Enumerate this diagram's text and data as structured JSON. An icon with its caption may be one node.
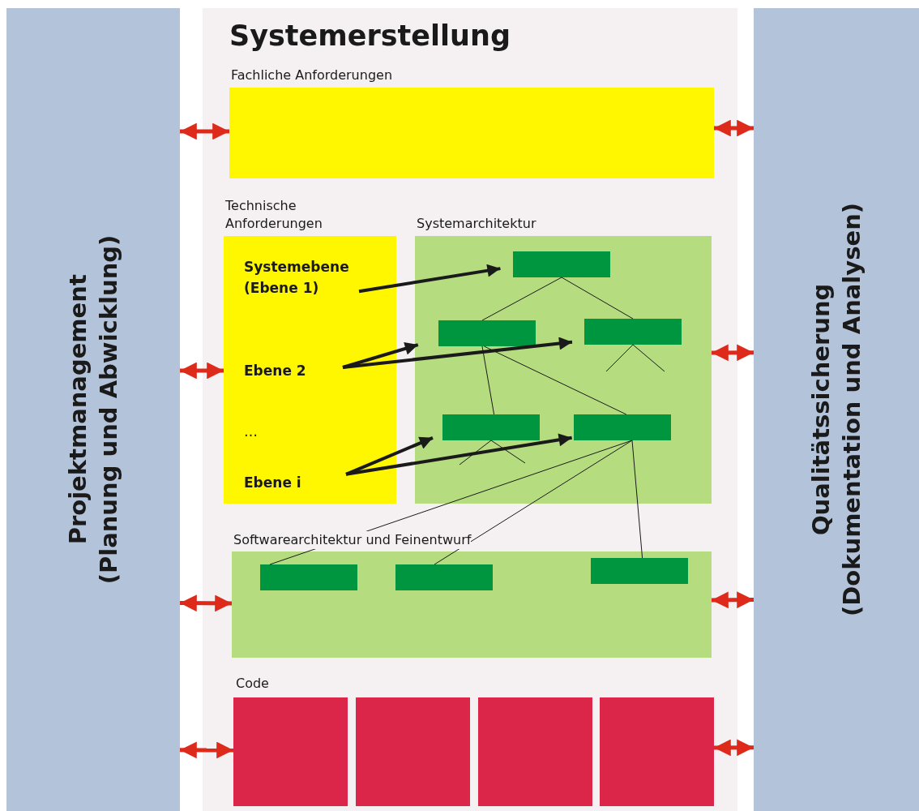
{
  "diagram": {
    "nodes": [
      {
        "text": [
          "Projektmanagement",
          "(Planung und Abwicklung)"
        ]
      },
      {
        "text": [
          "Systemerstellung"
        ]
      },
      {
        "text": [
          "Qualitätssicherung",
          "(Dokumentation und Analysen)"
        ]
      },
      {
        "text": [
          "Fachliche Anforderungen"
        ],
        "in": 1
      },
      {
        "text": [
          "Technische Anforderungen"
        ],
        "in": 1
      },
      {
        "text": [
          "Systemebene (Ebene 1)"
        ],
        "in": 4
      },
      {
        "text": [
          "Ebene 2"
        ],
        "in": 4
      },
      {
        "text": [
          "Ebene i"
        ],
        "in": 4
      },
      {
        "text": [
          "Systemarchitektur"
        ],
        "in": 1
      },
      {
        "text": [],
        "shape": "box",
        "in": 8
      },
      {
        "text": [],
        "shape": "box",
        "in": 8
      },
      {
        "text": [],
        "shape": "box",
        "in": 8
      },
      {
        "text": [],
        "shape": "box",
        "in": 8
      },
      {
        "text": [],
        "shape": "box",
        "in": 8
      },
      {
        "text": [
          "Softwarearchitektur und Feinentwurf"
        ],
        "in": 1
      },
      {
        "text": [],
        "shape": "box",
        "in": 14
      },
      {
        "text": [],
        "shape": "box",
        "in": 14
      },
      {
        "text": [],
        "shape": "box",
        "in": 14
      },
      {
        "text": [],
        "shape": "box",
        "in": 1
      },
      {
        "text": [],
        "shape": "box",
        "in": 1
      },
      {
        "text": [],
        "shape": "box",
        "in": 1
      },
      {
        "text": [],
        "shape": "box",
        "in": 1
      }
    ],
    "edges": [
      {
        "from": 0,
        "to": 3,
        "arrow": "both",
        "color": "#dd2a1b"
      },
      {
        "from": 0,
        "to": 4,
        "arrow": "both",
        "color": "#dd2a1b"
      },
      {
        "from": 0,
        "to": 14,
        "arrow": "both",
        "color": "#dd2a1b"
      },
      {
        "from": 0,
        "to": 18,
        "arrow": "both",
        "color": "#dd2a1b"
      },
      {
        "from": 3,
        "to": 2,
        "arrow": "both",
        "color": "#dd2a1b"
      },
      {
        "from": 8,
        "to": 2,
        "arrow": "both",
        "color": "#dd2a1b"
      },
      {
        "from": 14,
        "to": 2,
        "arrow": "both",
        "color": "#dd2a1b"
      },
      {
        "from": 21,
        "to": 2,
        "arrow": "both",
        "color": "#dd2a1b"
      },
      {
        "from": 5,
        "to": 9,
        "arrow": "to"
      },
      {
        "from": 6,
        "to": 10,
        "arrow": "to"
      },
      {
        "from": 6,
        "to": 11,
        "arrow": "to"
      },
      {
        "from": 7,
        "to": 12,
        "arrow": "to"
      },
      {
        "from": 7,
        "to": 13,
        "arrow": "to"
      },
      {
        "from": 9,
        "to": 10,
        "arrow": "none"
      },
      {
        "from": 9,
        "to": 11,
        "arrow": "none"
      },
      {
        "from": 11,
        "to": null,
        "arrow": "none"
      },
      {
        "from": 11,
        "to": null,
        "arrow": "none"
      },
      {
        "from": 10,
        "to": 12,
        "arrow": "none"
      },
      {
        "from": 10,
        "to": 13,
        "arrow": "none"
      },
      {
        "from": 12,
        "to": null,
        "arrow": "none"
      },
      {
        "from": 12,
        "to": null,
        "arrow": "none"
      },
      {
        "from": 13,
        "to": 15,
        "arrow": "none"
      },
      {
        "from": 13,
        "to": 16,
        "arrow": "none"
      },
      {
        "from": 13,
        "to": 17,
        "arrow": "none"
      }
    ],
    "labels": [
      "…",
      "Code"
    ]
  }
}
